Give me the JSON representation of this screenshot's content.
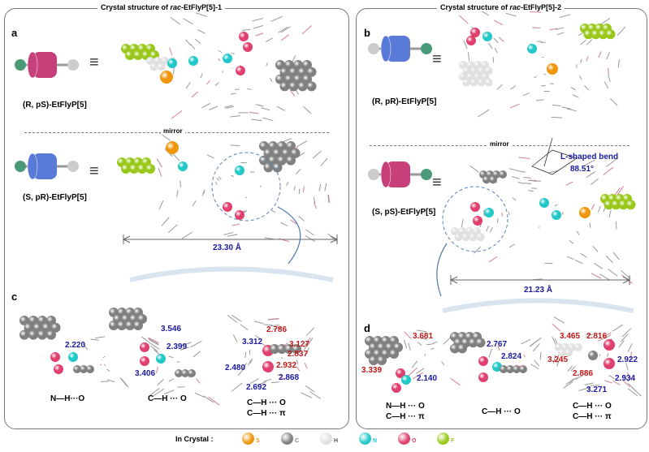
{
  "panel_left": {
    "title_pre": "Crystal structure of ",
    "title_em": "rac",
    "title_post": "-EtFlyP[5]-1",
    "letter_a": "a",
    "letter_c": "c",
    "top_label": "(R, pS)-EtFlyP[5]",
    "bottom_label": "(S, pR)-EtFlyP[5]",
    "mirror": "mirror",
    "equiv": "≡",
    "distance": "23.30 Å",
    "interactions": [
      {
        "label": "N—H···O",
        "numbers": [
          {
            "v": "2.220",
            "c": "blue"
          }
        ]
      },
      {
        "label": "C—H ··· O",
        "numbers": [
          {
            "v": "3.546",
            "c": "blue"
          },
          {
            "v": "2.399",
            "c": "blue"
          },
          {
            "v": "3.406",
            "c": "blue"
          }
        ]
      },
      {
        "label": "C—H ··· O",
        "label2": "C—H ··· π",
        "numbers": [
          {
            "v": "3.312",
            "c": "blue"
          },
          {
            "v": "2.786",
            "c": "red"
          },
          {
            "v": "3.127",
            "c": "red"
          },
          {
            "v": "2.837",
            "c": "red"
          },
          {
            "v": "2.480",
            "c": "blue"
          },
          {
            "v": "2.932",
            "c": "red"
          },
          {
            "v": "2.868",
            "c": "blue"
          },
          {
            "v": "2.692",
            "c": "blue"
          }
        ]
      }
    ]
  },
  "panel_right": {
    "title_pre": "Crystal structure of ",
    "title_em": "rac",
    "title_post": "-EtFlyP[5]-2",
    "letter_b": "b",
    "letter_d": "d",
    "top_label": "(R, pR)-EtFlyP[5]",
    "bottom_label": "(S, pS)-EtFlyP[5]",
    "mirror": "mirror",
    "equiv": "≡",
    "bend_label": "L-shaped bend",
    "bend_angle": "88.51°",
    "distance": "21.23 Å",
    "interactions": [
      {
        "label": "N—H ··· O",
        "label2": "C—H ··· π",
        "numbers": [
          {
            "v": "3.681",
            "c": "red"
          },
          {
            "v": "3.339",
            "c": "red"
          },
          {
            "v": "2.140",
            "c": "blue"
          }
        ]
      },
      {
        "label": "C—H ··· O",
        "numbers": [
          {
            "v": "2.767",
            "c": "blue"
          },
          {
            "v": "2.824",
            "c": "blue"
          }
        ]
      },
      {
        "label": "C—H ··· O",
        "label2": "C—H ··· π",
        "numbers": [
          {
            "v": "3.465",
            "c": "red"
          },
          {
            "v": "2.816",
            "c": "red"
          },
          {
            "v": "3.245",
            "c": "red"
          },
          {
            "v": "2.922",
            "c": "blue"
          },
          {
            "v": "2.886",
            "c": "red"
          },
          {
            "v": "2.934",
            "c": "blue"
          },
          {
            "v": "3.271",
            "c": "blue"
          }
        ]
      }
    ]
  },
  "legend": {
    "title": "In Crystal :",
    "items": [
      {
        "symbol": "S",
        "color": "#f0960a"
      },
      {
        "symbol": "C",
        "color": "#808080"
      },
      {
        "symbol": "H",
        "color": "#e0e0e0"
      },
      {
        "symbol": "N",
        "color": "#22c8c8"
      },
      {
        "symbol": "O",
        "color": "#e0406e"
      },
      {
        "symbol": "F",
        "color": "#98c81a"
      }
    ]
  }
}
